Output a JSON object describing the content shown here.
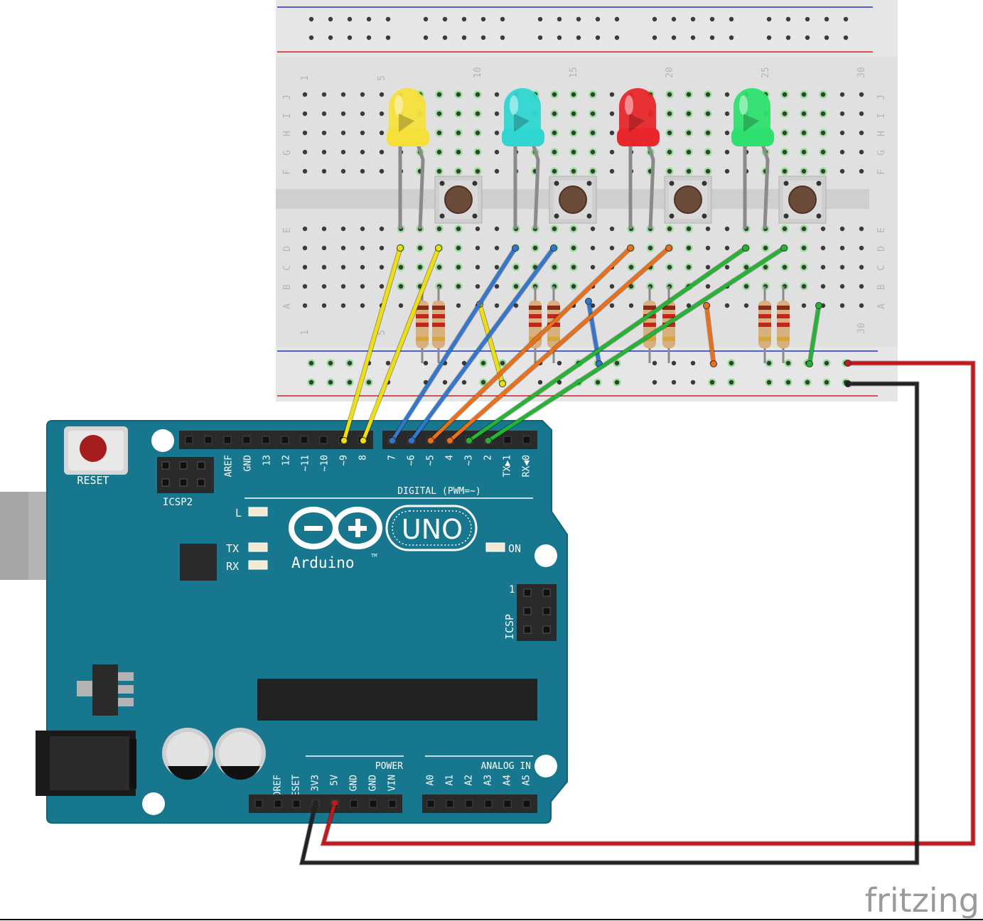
{
  "board": {
    "reset_label": "RESET",
    "icsp2_label": "ICSP2",
    "icsp_label": "ICSP",
    "icsp_pin1": "1",
    "led_l": "L",
    "led_tx": "TX",
    "led_rx": "RX",
    "led_on": "ON",
    "brand": "Arduino",
    "tm": "TM",
    "model": "UNO",
    "digital_label": "DIGITAL (PWM=~)",
    "power_label": "POWER",
    "analog_label": "ANALOG IN",
    "top_pins_left": [
      "AREF",
      "GND",
      "13",
      "12",
      "~11",
      "~10",
      "~9",
      "8"
    ],
    "top_pins_right": [
      "7",
      "~6",
      "~5",
      "4",
      "~3",
      "2",
      "TX▶1",
      "RX◀0"
    ],
    "power_pins": [
      "IOREF",
      "RESET",
      "3V3",
      "5V",
      "GND",
      "GND",
      "VIN"
    ],
    "analog_pins": [
      "A0",
      "A1",
      "A2",
      "A3",
      "A4",
      "A5"
    ]
  },
  "breadboard": {
    "row_letters_top": [
      "J",
      "I",
      "H",
      "G",
      "F"
    ],
    "row_letters_bottom": [
      "E",
      "D",
      "C",
      "B",
      "A"
    ],
    "column_numbers": [
      "1",
      "5",
      "10",
      "15",
      "20",
      "25",
      "30"
    ]
  },
  "components": {
    "led_colors": [
      "#f5e03a",
      "#2fd6d2",
      "#e8262b",
      "#2ee06e"
    ],
    "wire_colors": {
      "yellow": "#f2e000",
      "blue": "#2f77d0",
      "orange": "#ee6e14",
      "green": "#22b531",
      "red": "#c8161d",
      "black": "#222222"
    }
  },
  "watermark": "fritzing"
}
